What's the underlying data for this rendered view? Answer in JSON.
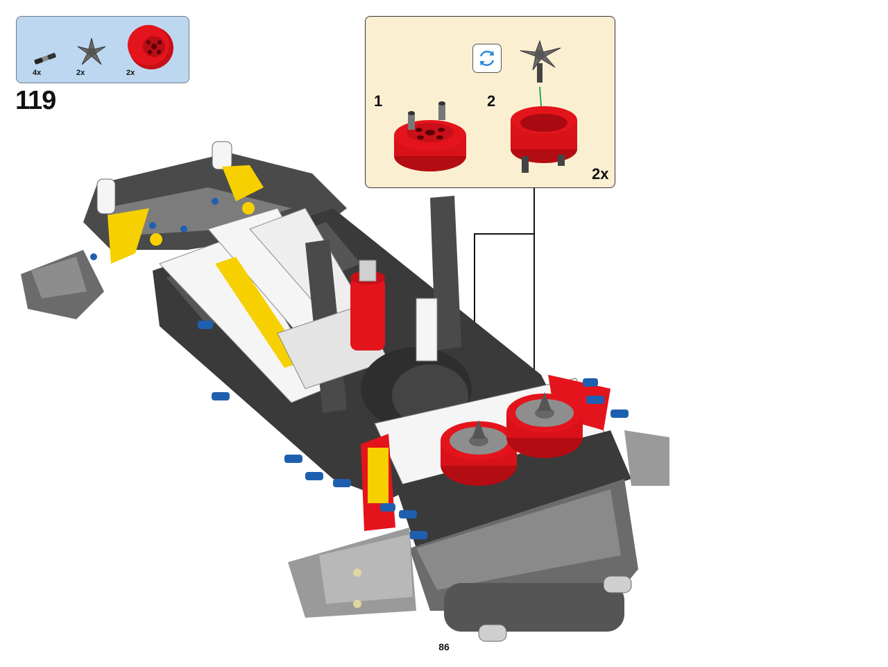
{
  "parts_list": {
    "items": [
      {
        "name": "axle-pin",
        "qty": "4x"
      },
      {
        "name": "turbine-rotor",
        "qty": "2x"
      },
      {
        "name": "red-wheel-hub",
        "qty": "2x"
      }
    ]
  },
  "step": {
    "number": "119"
  },
  "subassembly": {
    "steps": [
      {
        "number": "1"
      },
      {
        "number": "2"
      }
    ],
    "multiplier": "2x",
    "rotate_icon": "rotate-arrows-icon"
  },
  "page": {
    "number": "86"
  },
  "colors": {
    "parts_box_bg": "#bcd7ef",
    "sub_box_bg": "#fbefd2",
    "brick_red": "#e4141c",
    "brick_dark_gray": "#4a4a4a",
    "brick_light_gray": "#a8a8a8",
    "brick_yellow": "#f6d000",
    "brick_blue": "#1f5fb0",
    "brick_white": "#f5f5f5"
  }
}
